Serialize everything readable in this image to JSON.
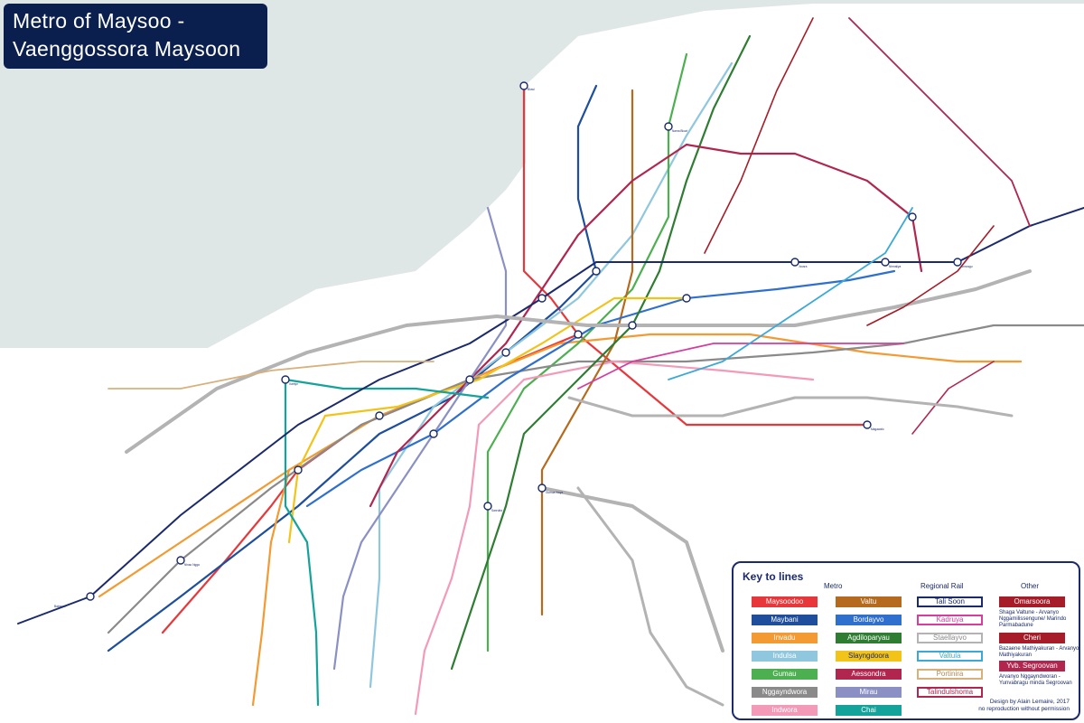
{
  "map_title": {
    "line1": "Metro of Maysoo -",
    "line2": "Vaenggossora Maysoon"
  },
  "legend": {
    "heading": "Key to lines",
    "col_metro": "Metro",
    "col_regional": "Regional Rail",
    "col_other": "Other",
    "metro_col1": [
      {
        "name": "Maysoodoo",
        "color": "#e8373a"
      },
      {
        "name": "Maybani",
        "color": "#1e4e9c"
      },
      {
        "name": "Invadu",
        "color": "#f39a32"
      },
      {
        "name": "Indulsa",
        "color": "#8fc7de"
      },
      {
        "name": "Gumau",
        "color": "#4caf50"
      },
      {
        "name": "Nggayndwora",
        "color": "#8a8a8a"
      },
      {
        "name": "Indwora",
        "color": "#f29ab8"
      }
    ],
    "metro_col2": [
      {
        "name": "Valtu",
        "color": "#b56a1e"
      },
      {
        "name": "Bordayvo",
        "color": "#2f6fce"
      },
      {
        "name": "Agdiloparyau",
        "color": "#2e7d32"
      },
      {
        "name": "Slayngdoora",
        "color": "#f2c318"
      },
      {
        "name": "Aessondra",
        "color": "#b0264f"
      },
      {
        "name": "Mirau",
        "color": "#8a90c4"
      },
      {
        "name": "Chai",
        "color": "#14a39a"
      }
    ],
    "regional": [
      {
        "name": "Tali Soon",
        "color": "#1a2a6c"
      },
      {
        "name": "Kadruya",
        "color": "#d63d9c"
      },
      {
        "name": "Staellayvo",
        "color": "#b3b3b3"
      },
      {
        "name": "Valtula",
        "color": "#3ba9d8"
      },
      {
        "name": "Portinira",
        "color": "#d8b07a"
      },
      {
        "name": "Talindulshoma",
        "color": "#b0264f"
      }
    ],
    "other_lines": [
      {
        "name": "Omarsoora",
        "color": "#a61c28"
      },
      {
        "name": "Cheri",
        "color": "#a61c28"
      },
      {
        "name": "Yvb. Segroovan",
        "color": "#b0264f"
      }
    ],
    "notes": [
      "Shaga Valtune - Arvanyo Nggamilissengune/ Marindo Parmabadune",
      "Bazaene Mathiyakuran - Arvanyo Mathiyakuran",
      "Arvanyo Nggayndworan - Yunvabragu minda Segroovan"
    ]
  },
  "credit": {
    "line1": "Design by Alain Lemaire, 2017",
    "line2": "no reproduction without permission"
  },
  "colors": {
    "water": "#dfe6e6",
    "land": "#ffffff",
    "title_bg": "#0b1f4f",
    "legend_border": "#1a2a6c"
  },
  "stations": [
    {
      "name": "Bluwi",
      "line": "Gumau"
    },
    {
      "name": "Nama Bluwi",
      "line": "Gumau"
    },
    {
      "name": "Xamyn",
      "line": "Chai"
    },
    {
      "name": "Jvusra",
      "line": "Aessondra"
    },
    {
      "name": "Nirmaliya",
      "line": "Gumau"
    },
    {
      "name": "Annosgu",
      "line": "Talindulshoma"
    },
    {
      "name": "Magawalo",
      "line": "Indwora"
    },
    {
      "name": "Bainguur",
      "line": "Tali Soon"
    },
    {
      "name": "Ninao Ngga",
      "line": "Maysoodoo"
    },
    {
      "name": "Gumua Xwya",
      "line": "Gumau"
    },
    {
      "name": "Sanrulta",
      "line": "Maybani"
    }
  ]
}
